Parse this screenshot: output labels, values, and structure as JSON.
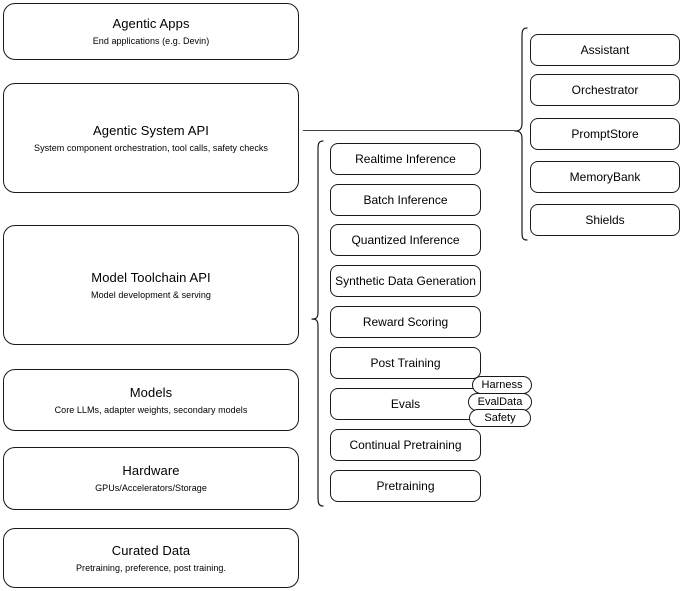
{
  "diagram": {
    "title": "Agentic stack layered architecture",
    "stroke_color": "#1a1a1a",
    "line_color": "#444444",
    "background": "#ffffff"
  },
  "layers": [
    {
      "name": "agentic-apps",
      "title": "Agentic Apps",
      "subtitle": "End applications (e.g. Devin)"
    },
    {
      "name": "agentic-system-api",
      "title": "Agentic System API",
      "subtitle": "System component orchestration, tool calls, safety checks"
    },
    {
      "name": "model-toolchain-api",
      "title": "Model Toolchain API",
      "subtitle": "Model development & serving"
    },
    {
      "name": "models",
      "title": "Models",
      "subtitle": "Core LLMs, adapter weights, secondary models"
    },
    {
      "name": "hardware",
      "title": "Hardware",
      "subtitle": "GPUs/Accelerators/Storage"
    },
    {
      "name": "curated-data",
      "title": "Curated Data",
      "subtitle": "Pretraining, preference, post training."
    }
  ],
  "toolchain_items": [
    {
      "name": "realtime-inference",
      "label": "Realtime Inference"
    },
    {
      "name": "batch-inference",
      "label": "Batch Inference"
    },
    {
      "name": "quantized-inference",
      "label": "Quantized Inference"
    },
    {
      "name": "synthetic-data-generation",
      "label": "Synthetic Data Generation"
    },
    {
      "name": "reward-scoring",
      "label": "Reward Scoring"
    },
    {
      "name": "post-training",
      "label": "Post Training"
    },
    {
      "name": "evals",
      "label": "Evals"
    },
    {
      "name": "continual-pretraining",
      "label": "Continual Pretraining"
    },
    {
      "name": "pretraining",
      "label": "Pretraining"
    }
  ],
  "evals_tags": [
    {
      "name": "harness",
      "label": "Harness"
    },
    {
      "name": "evaldata",
      "label": "EvalData"
    },
    {
      "name": "safety",
      "label": "Safety"
    }
  ],
  "system_items": [
    {
      "name": "assistant",
      "label": "Assistant"
    },
    {
      "name": "orchestrator",
      "label": "Orchestrator"
    },
    {
      "name": "promptstore",
      "label": "PromptStore"
    },
    {
      "name": "memorybank",
      "label": "MemoryBank"
    },
    {
      "name": "shields",
      "label": "Shields"
    }
  ]
}
